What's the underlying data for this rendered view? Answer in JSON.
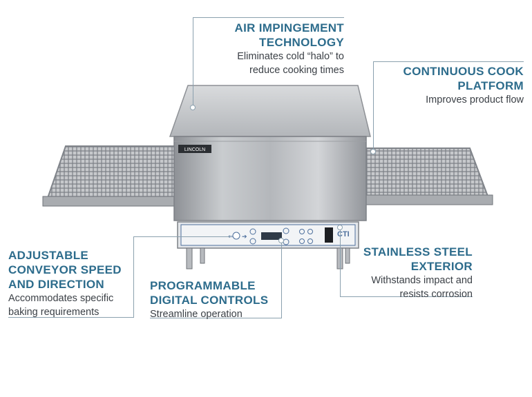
{
  "callouts": {
    "air": {
      "title_1": "AIR IMPINGEMENT",
      "title_2": "TECHNOLOGY",
      "desc_1": "Eliminates cold “halo” to",
      "desc_2": "reduce cooking times"
    },
    "cook": {
      "title_1": "CONTINUOUS COOK",
      "title_2": "PLATFORM",
      "desc_1": "Improves product flow"
    },
    "conveyor": {
      "title_1": "ADJUSTABLE",
      "title_2": "CONVEYOR SPEED",
      "title_3": "AND DIRECTION",
      "desc_1": "Accommodates specific",
      "desc_2": "baking requirements"
    },
    "digital": {
      "title_1": "PROGRAMMABLE",
      "title_2": "DIGITAL CONTROLS",
      "desc_1": "Streamline operation"
    },
    "steel": {
      "title_1": "STAINLESS STEEL",
      "title_2": "EXTERIOR",
      "desc_1": "Withstands impact and",
      "desc_2": "resists corrosion"
    }
  },
  "oven": {
    "brand_label": "LINCOLN",
    "panel_logo": "CTI"
  },
  "colors": {
    "title": "#2d6c8c",
    "leader_line": "#8aa0ae"
  }
}
